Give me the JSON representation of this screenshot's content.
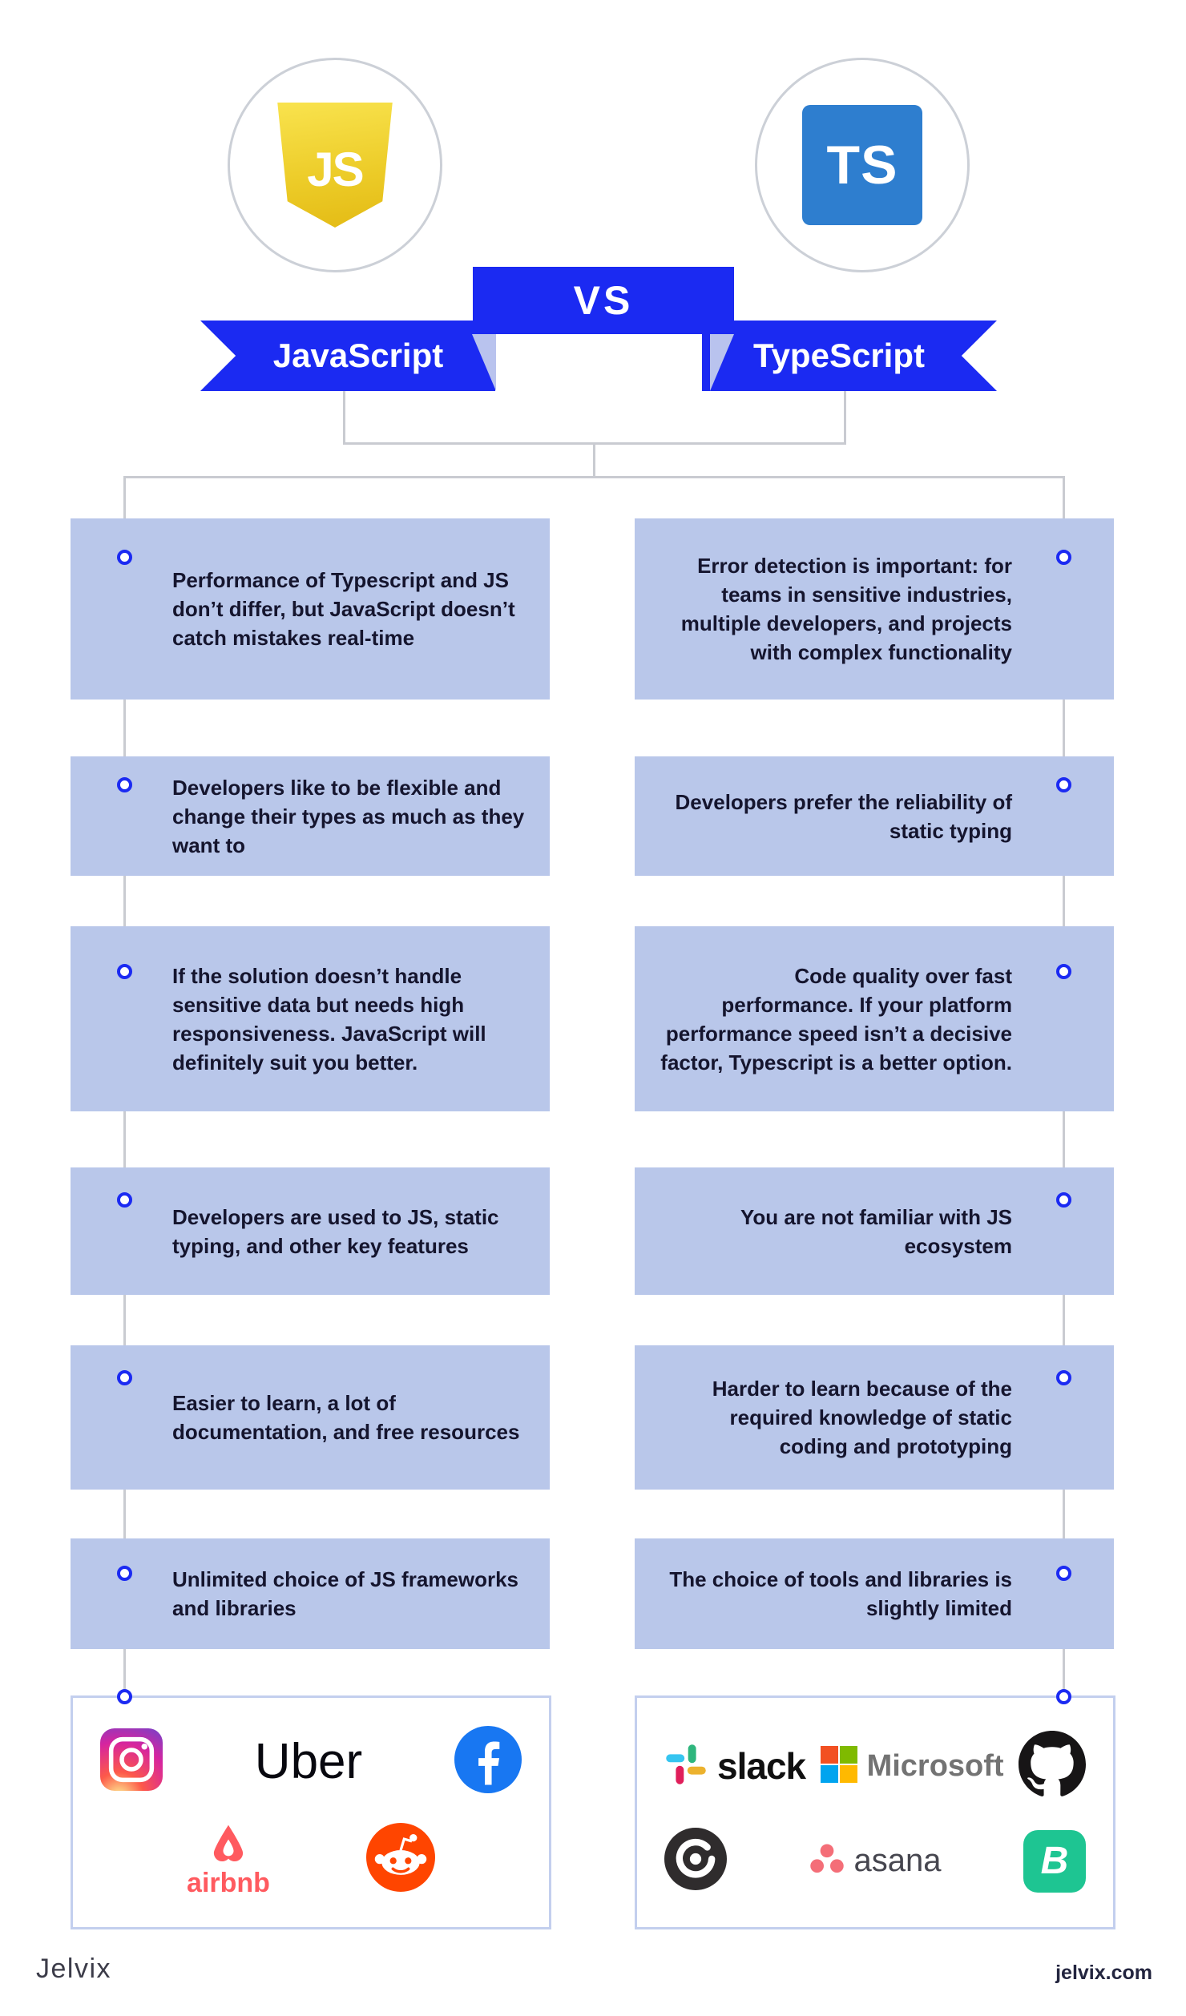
{
  "header": {
    "vs": "VS",
    "left": {
      "name": "JavaScript",
      "logo_text": "JS",
      "logo_icon": "javascript-shield-icon"
    },
    "right": {
      "name": "TypeScript",
      "logo_text": "TS",
      "logo_icon": "typescript-square-icon"
    }
  },
  "comparison": {
    "rows": [
      {
        "left": "Performance of Typescript and JS don’t differ, but JavaScript doesn’t catch mistakes real-time",
        "right": "Error detection is important: for teams in sensitive industries, multiple developers, and projects with complex functionality"
      },
      {
        "left": "Developers like to be flexible and change their types as much as they want to",
        "right": "Developers prefer the reliability of static typing"
      },
      {
        "left": "If the solution doesn’t handle sensitive data but needs high responsiveness. JavaScript will definitely suit you better.",
        "right": "Code quality over fast performance. If your platform performance speed isn’t a decisive factor, Typescript is a better option."
      },
      {
        "left": "Developers are used to JS, static typing, and other key features",
        "right": "You are not familiar with JS ecosystem"
      },
      {
        "left": "Easier to learn, a lot of documentation, and free resources",
        "right": "Harder to learn because of the required knowledge of static coding and prototyping"
      },
      {
        "left": "Unlimited choice of JS frameworks and libraries",
        "right": "The choice of tools and libraries is slightly limited"
      }
    ]
  },
  "companies": {
    "javascript": {
      "icons": [
        "instagram-icon",
        "facebook-icon",
        "airbnb-icon",
        "reddit-icon"
      ],
      "uber_wordmark": "Uber",
      "airbnb_wordmark": "airbnb"
    },
    "typescript": {
      "icons": [
        "slack-icon",
        "microsoft-icon",
        "github-icon",
        "dark-swirl-icon",
        "asana-icon",
        "teal-b-icon"
      ],
      "slack_wordmark": "slack",
      "microsoft_wordmark": "Microsoft",
      "asana_wordmark": "asana",
      "b_letter": "B"
    }
  },
  "footer": {
    "brand": "Jelvix",
    "website": "jelvix.com"
  },
  "colors": {
    "accent_blue": "#1b2af2",
    "panel_blue": "#b9c7ea",
    "line_gray": "#c9cbd1",
    "text_dark": "#15152e",
    "js_yellow": "#eccb27",
    "ts_blue": "#2e7ecf"
  }
}
